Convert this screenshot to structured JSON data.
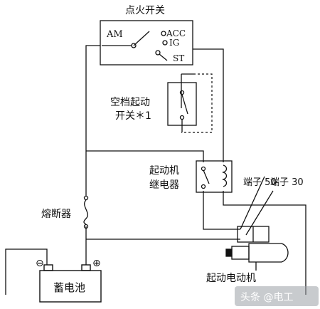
{
  "labels": {
    "ignition_switch": "点火开关",
    "am": "AM",
    "acc": "ACC",
    "ig": "IG",
    "st": "ST",
    "neutral_switch_line1": "空档起动",
    "neutral_switch_line2": "开关＊1",
    "relay_line1": "起动机",
    "relay_line2": "继电器",
    "terminal_50": "端子 50",
    "terminal_30": "端子 30",
    "fuse": "熔断器",
    "battery": "蓄电池",
    "battery_neg": "⊖",
    "battery_pos": "⊕",
    "starter_motor": "起动电动机",
    "watermark": "头条 @电工"
  }
}
